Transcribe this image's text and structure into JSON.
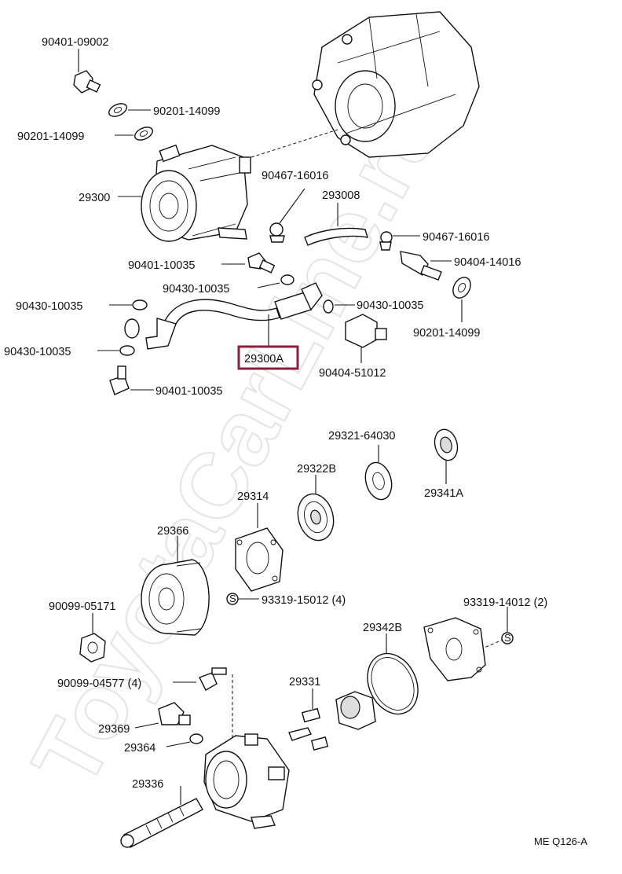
{
  "watermark": "ToyotaCarLine.ru",
  "diagram_code": "ME  Q126-A",
  "highlighted_part": "29300A",
  "labels": {
    "p90401_09002": "90401-09002",
    "p90201_14099_a": "90201-14099",
    "p90201_14099_b": "90201-14099",
    "p29300": "29300",
    "p90467_16016_a": "90467-16016",
    "p293008": "293008",
    "p90467_16016_b": "90467-16016",
    "p90401_10035_a": "90401-10035",
    "p90404_14016": "90404-14016",
    "p90430_10035_a": "90430-10035",
    "p90430_10035_b": "90430-10035",
    "p90430_10035_c": "90430-10035",
    "p90430_10035_d": "90430-10035",
    "p90201_14099_c": "90201-14099",
    "p29300A": "29300A",
    "p90404_51012": "90404-51012",
    "p90401_10035_b": "90401-10035",
    "p29321_64030": "29321-64030",
    "p29322B": "29322B",
    "p29341A": "29341A",
    "p29314": "29314",
    "p29366": "29366",
    "p93319_15012": "93319-15012 (4)",
    "p90099_05171": "90099-05171",
    "p93319_14012": "93319-14012 (2)",
    "p29342B": "29342B",
    "p90099_04577": "90099-04577 (4)",
    "p29331": "29331",
    "p29369": "29369",
    "p29364": "29364",
    "p29336": "29336"
  },
  "colors": {
    "highlight": "#8a1f3d",
    "line": "#111111",
    "watermark": "#e4e4e4"
  }
}
